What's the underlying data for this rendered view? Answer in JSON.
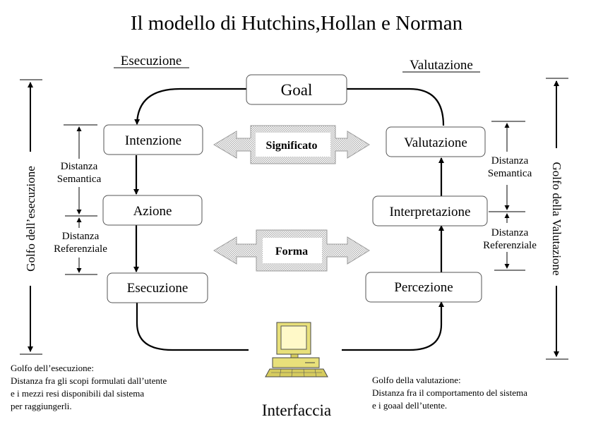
{
  "title": "Il modello di Hutchins,Hollan e Norman",
  "headers": {
    "execution": "Esecuzione",
    "evaluation": "Valutazione"
  },
  "nodes": {
    "goal": "Goal",
    "intention": "Intenzione",
    "action": "Azione",
    "execution": "Esecuzione",
    "evaluation": "Valutazione",
    "interpretation": "Interpretazione",
    "perception": "Percezione"
  },
  "center_arrows": {
    "meaning": "Significato",
    "form": "Forma"
  },
  "distances": {
    "left_semantic": [
      "Distanza",
      "Semantica"
    ],
    "left_referential": [
      "Distanza",
      "Referenziale"
    ],
    "right_semantic": [
      "Distanza",
      "Semantica"
    ],
    "right_referential": [
      "Distanza",
      "Referenziale"
    ]
  },
  "gulfs": {
    "execution_label": "Golfo dell’esecuzione",
    "evaluation_label": "Golfo della Valutazione"
  },
  "interface_label": "Interfaccia",
  "descriptions": {
    "execution": [
      "Golfo dell’esecuzione:",
      "Distanza fra gli scopi formulati dall’utente",
      "e i mezzi resi disponibili dal sistema",
      "per raggiungerli."
    ],
    "evaluation": [
      "Golfo della valutazione:",
      "Distanza fra il comportamento del sistema",
      "e i goaal dell’utente."
    ]
  },
  "icons": [
    "computer-icon"
  ]
}
